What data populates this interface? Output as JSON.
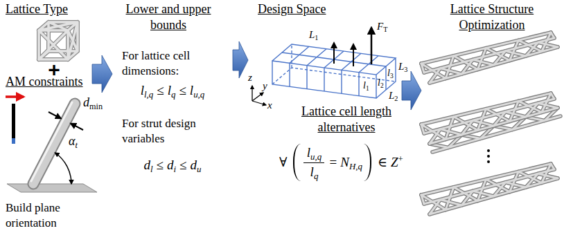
{
  "diagram": {
    "labels": [
      "Lattice Type",
      "+",
      "AM constraints",
      "d",
      "min",
      "α",
      "t",
      "Build plane orientation",
      "Lower and upper bounds",
      "For lattice cell dimensions:",
      "l",
      "l,q",
      "≤",
      "l",
      "q",
      "≤",
      "l",
      "u,q",
      "For strut design variables",
      "d",
      "l",
      "≤",
      "d",
      "i",
      "≤",
      "d",
      "u",
      "Design Space",
      "F",
      "T",
      "L",
      "1",
      "L",
      "2",
      "L",
      "3",
      "l",
      "1",
      "l",
      "2",
      "l",
      "3",
      "z",
      "y",
      "x",
      "Lattice cell length alternatives",
      "∀",
      "l",
      "u,q",
      "l",
      "q",
      "=",
      "N",
      "H,q",
      "∈",
      "Z",
      "+",
      "Lattice Structure Optimization"
    ]
  }
}
